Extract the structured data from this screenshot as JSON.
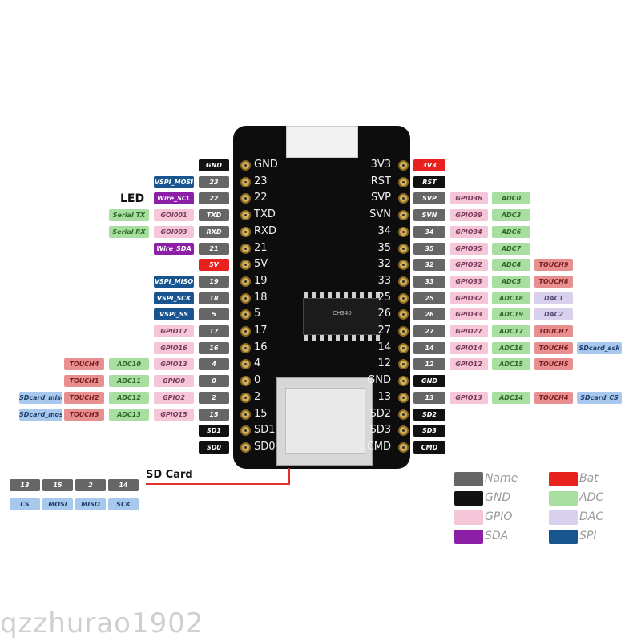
{
  "colors": {
    "name": "#666666",
    "gnd": "#111111",
    "gpio": "#f4c6d8",
    "sda": "#8d1fa6",
    "bat": "#e8201e",
    "adc": "#a8dea0",
    "dac": "#d9d0ee",
    "spi": "#18548f",
    "touch": "#e89090",
    "sdcard": "#a9c8ee",
    "board": "#0d0d0d"
  },
  "board": {
    "left_pins": [
      "GND",
      "23",
      "22",
      "TXD",
      "RXD",
      "21",
      "5V",
      "19",
      "18",
      "5",
      "17",
      "16",
      "4",
      "0",
      "2",
      "15",
      "SD1",
      "SD0"
    ],
    "right_pins": [
      "3V3",
      "RST",
      "SVP",
      "SVN",
      "34",
      "35",
      "32",
      "33",
      "25",
      "26",
      "27",
      "14",
      "12",
      "GND",
      "13",
      "SD2",
      "SD3",
      "CMD"
    ],
    "chip_text": "CH340",
    "led_label": "LED"
  },
  "left_rows": [
    {
      "num": "GND",
      "num_type": "gnd",
      "tags": []
    },
    {
      "num": "23",
      "num_type": "name",
      "tags": [
        {
          "text": "VSPI_MOSI",
          "type": "spi"
        }
      ]
    },
    {
      "num": "22",
      "num_type": "name",
      "tags": [
        {
          "text": "Wire_SCL",
          "type": "sda"
        }
      ]
    },
    {
      "num": "TXD",
      "num_type": "name",
      "tags": [
        {
          "text": "GOI001",
          "type": "gpio"
        },
        {
          "text": "Serial TX",
          "type": "adc"
        }
      ]
    },
    {
      "num": "RXD",
      "num_type": "name",
      "tags": [
        {
          "text": "GOI003",
          "type": "gpio"
        },
        {
          "text": "Serial RX",
          "type": "adc"
        }
      ]
    },
    {
      "num": "21",
      "num_type": "name",
      "tags": [
        {
          "text": "Wire_SDA",
          "type": "sda"
        }
      ]
    },
    {
      "num": "5V",
      "num_type": "bat",
      "tags": []
    },
    {
      "num": "19",
      "num_type": "name",
      "tags": [
        {
          "text": "VSPI_MISO",
          "type": "spi"
        }
      ]
    },
    {
      "num": "18",
      "num_type": "name",
      "tags": [
        {
          "text": "VSPI_SCK",
          "type": "spi"
        }
      ]
    },
    {
      "num": "5",
      "num_type": "name",
      "tags": [
        {
          "text": "VSPI_SS",
          "type": "spi"
        }
      ]
    },
    {
      "num": "17",
      "num_type": "name",
      "tags": [
        {
          "text": "GPIO17",
          "type": "gpio"
        }
      ]
    },
    {
      "num": "16",
      "num_type": "name",
      "tags": [
        {
          "text": "GPIO16",
          "type": "gpio"
        }
      ]
    },
    {
      "num": "4",
      "num_type": "name",
      "tags": [
        {
          "text": "GPIO13",
          "type": "gpio"
        },
        {
          "text": "ADC10",
          "type": "adc"
        },
        {
          "text": "TOUCH4",
          "type": "touch"
        }
      ]
    },
    {
      "num": "0",
      "num_type": "name",
      "tags": [
        {
          "text": "GPIO0",
          "type": "gpio"
        },
        {
          "text": "ADC11",
          "type": "adc"
        },
        {
          "text": "TOUCH1",
          "type": "touch"
        }
      ]
    },
    {
      "num": "2",
      "num_type": "name",
      "tags": [
        {
          "text": "GPIO2",
          "type": "gpio"
        },
        {
          "text": "ADC12",
          "type": "adc"
        },
        {
          "text": "TOUCH2",
          "type": "touch"
        },
        {
          "text": "SDcard_miso",
          "type": "sdcard"
        }
      ]
    },
    {
      "num": "15",
      "num_type": "name",
      "tags": [
        {
          "text": "GPIO15",
          "type": "gpio"
        },
        {
          "text": "ADC13",
          "type": "adc"
        },
        {
          "text": "TOUCH3",
          "type": "touch"
        },
        {
          "text": "SDcard_mosi",
          "type": "sdcard"
        }
      ]
    },
    {
      "num": "SD1",
      "num_type": "gnd",
      "tags": []
    },
    {
      "num": "SD0",
      "num_type": "gnd",
      "tags": []
    }
  ],
  "right_rows": [
    {
      "num": "3V3",
      "num_type": "bat",
      "tags": []
    },
    {
      "num": "RST",
      "num_type": "gnd",
      "tags": []
    },
    {
      "num": "SVP",
      "num_type": "name",
      "tags": [
        {
          "text": "GPIO36",
          "type": "gpio"
        },
        {
          "text": "ADC0",
          "type": "adc"
        }
      ]
    },
    {
      "num": "SVN",
      "num_type": "name",
      "tags": [
        {
          "text": "GPIO39",
          "type": "gpio"
        },
        {
          "text": "ADC3",
          "type": "adc"
        }
      ]
    },
    {
      "num": "34",
      "num_type": "name",
      "tags": [
        {
          "text": "GPIO34",
          "type": "gpio"
        },
        {
          "text": "ADC6",
          "type": "adc"
        }
      ]
    },
    {
      "num": "35",
      "num_type": "name",
      "tags": [
        {
          "text": "GPIO35",
          "type": "gpio"
        },
        {
          "text": "ADC7",
          "type": "adc"
        }
      ]
    },
    {
      "num": "32",
      "num_type": "name",
      "tags": [
        {
          "text": "GPIO32",
          "type": "gpio"
        },
        {
          "text": "ADC4",
          "type": "adc"
        },
        {
          "text": "TOUCH9",
          "type": "touch"
        }
      ]
    },
    {
      "num": "33",
      "num_type": "name",
      "tags": [
        {
          "text": "GPIO33",
          "type": "gpio"
        },
        {
          "text": "ADC5",
          "type": "adc"
        },
        {
          "text": "TOUCH8",
          "type": "touch"
        }
      ]
    },
    {
      "num": "25",
      "num_type": "name",
      "tags": [
        {
          "text": "GPIO32",
          "type": "gpio"
        },
        {
          "text": "ADC18",
          "type": "adc"
        },
        {
          "text": "DAC1",
          "type": "dac"
        }
      ]
    },
    {
      "num": "26",
      "num_type": "name",
      "tags": [
        {
          "text": "GPIO33",
          "type": "gpio"
        },
        {
          "text": "ADC19",
          "type": "adc"
        },
        {
          "text": "DAC2",
          "type": "dac"
        }
      ]
    },
    {
      "num": "27",
      "num_type": "name",
      "tags": [
        {
          "text": "GPIO27",
          "type": "gpio"
        },
        {
          "text": "ADC17",
          "type": "adc"
        },
        {
          "text": "TOUCH7",
          "type": "touch"
        }
      ]
    },
    {
      "num": "14",
      "num_type": "name",
      "tags": [
        {
          "text": "GPIO14",
          "type": "gpio"
        },
        {
          "text": "ADC16",
          "type": "adc"
        },
        {
          "text": "TOUCH6",
          "type": "touch"
        },
        {
          "text": "SDcard_sck",
          "type": "sdcard"
        }
      ]
    },
    {
      "num": "12",
      "num_type": "name",
      "tags": [
        {
          "text": "GPIO12",
          "type": "gpio"
        },
        {
          "text": "ADC15",
          "type": "adc"
        },
        {
          "text": "TOUCH5",
          "type": "touch"
        }
      ]
    },
    {
      "num": "GND",
      "num_type": "gnd",
      "tags": []
    },
    {
      "num": "13",
      "num_type": "name",
      "tags": [
        {
          "text": "GPIO13",
          "type": "gpio"
        },
        {
          "text": "ADC14",
          "type": "adc"
        },
        {
          "text": "TOUCH4",
          "type": "touch"
        },
        {
          "text": "SDcard_CS",
          "type": "sdcard"
        }
      ]
    },
    {
      "num": "SD2",
      "num_type": "gnd",
      "tags": []
    },
    {
      "num": "SD3",
      "num_type": "gnd",
      "tags": []
    },
    {
      "num": "CMD",
      "num_type": "gnd",
      "tags": []
    }
  ],
  "sd_card": {
    "label": "SD Card",
    "pins": [
      "13",
      "15",
      "2",
      "14"
    ],
    "functions": [
      "CS",
      "MOSI",
      "MISO",
      "SCK"
    ]
  },
  "legend": [
    {
      "text": "Name",
      "type": "name"
    },
    {
      "text": "Bat",
      "type": "bat"
    },
    {
      "text": "GND",
      "type": "gnd"
    },
    {
      "text": "ADC",
      "type": "adc"
    },
    {
      "text": "GPIO",
      "type": "gpio"
    },
    {
      "text": "DAC",
      "type": "dac"
    },
    {
      "text": "SDA",
      "type": "sda"
    },
    {
      "text": "SPI",
      "type": "spi"
    }
  ],
  "watermark": "qzzhurao1902"
}
